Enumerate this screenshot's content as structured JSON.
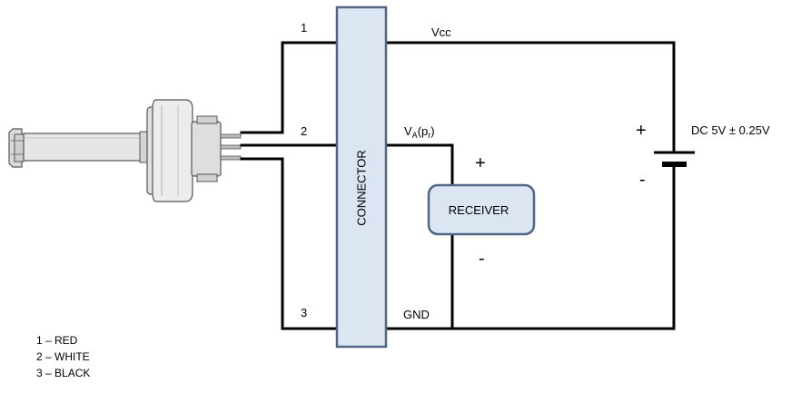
{
  "pins": {
    "pin1": "1",
    "pin2": "2",
    "pin3": "3"
  },
  "connector": {
    "label": "CONNECTOR"
  },
  "nets": {
    "vcc": "Vcc",
    "va": "V",
    "va_sub": "A",
    "va_paren_open": "(p",
    "va_paren_sub": "r",
    "va_paren_close": ")",
    "gnd": "GND"
  },
  "receiver": {
    "label": "RECEIVER",
    "plus": "+",
    "minus": "-"
  },
  "battery": {
    "plus": "+",
    "minus": "-",
    "label": "DC 5V ± 0.25V"
  },
  "legend": {
    "items": [
      "1 – RED",
      "2 – WHITE",
      "3 – BLACK"
    ]
  },
  "colors": {
    "connector_fill": "#dce6f2",
    "connector_stroke": "#4f6785",
    "receiver_fill": "#dce6f2",
    "receiver_stroke": "#4f6785",
    "wire": "#000000"
  }
}
